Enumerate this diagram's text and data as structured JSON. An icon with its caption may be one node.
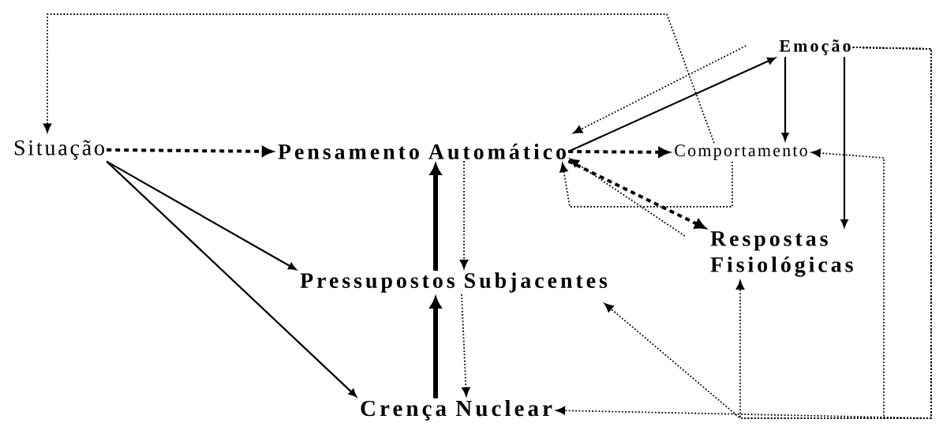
{
  "diagram": {
    "nodes": [
      {
        "text": [
          "Situação"
        ]
      },
      {
        "text": [
          "Pensamento Automático"
        ]
      },
      {
        "text": [
          "Emoção"
        ]
      },
      {
        "text": [
          "Comportamento"
        ]
      },
      {
        "text": [
          "Respostas Fisiológicas"
        ]
      },
      {
        "text": [
          "Pressupostos Subjacentes"
        ]
      },
      {
        "text": [
          "Crença Nuclear"
        ]
      }
    ],
    "edges": [
      {
        "from": 0,
        "to": 1,
        "arrow": "to",
        "style": "dashed"
      },
      {
        "from": 0,
        "to": 5,
        "arrow": "to"
      },
      {
        "from": 0,
        "to": 6,
        "arrow": "to"
      },
      {
        "from": 1,
        "to": 2,
        "arrow": "to"
      },
      {
        "from": 1,
        "to": 3,
        "arrow": "to",
        "style": "dashed"
      },
      {
        "from": 1,
        "to": 4,
        "arrow": "to",
        "style": "dashed"
      },
      {
        "from": 5,
        "to": 1,
        "arrow": "to",
        "style": "thick"
      },
      {
        "from": 1,
        "to": 5,
        "arrow": "to",
        "style": "dashed"
      },
      {
        "from": 6,
        "to": 5,
        "arrow": "to",
        "style": "thick"
      },
      {
        "from": 5,
        "to": 6,
        "arrow": "to",
        "style": "dashed"
      },
      {
        "from": 3,
        "to": 0,
        "arrow": "to",
        "style": "dashed"
      },
      {
        "from": 2,
        "to": 1,
        "arrow": "to",
        "style": "dashed"
      },
      {
        "from": 3,
        "to": 1,
        "arrow": "to",
        "style": "dashed"
      },
      {
        "from": 4,
        "to": 1,
        "arrow": "to",
        "style": "dashed"
      },
      {
        "from": 2,
        "to": 3,
        "arrow": "to"
      },
      {
        "from": 2,
        "to": 4,
        "arrow": "to"
      },
      {
        "from": 2,
        "to": 6,
        "arrow": "to",
        "style": "dashed"
      },
      {
        "from": 2,
        "to": 3,
        "arrow": "to",
        "style": "dashed"
      },
      {
        "from": 2,
        "to": 4,
        "arrow": "to",
        "style": "dashed"
      },
      {
        "from": 2,
        "to": 5,
        "arrow": "to",
        "style": "dashed"
      }
    ]
  }
}
